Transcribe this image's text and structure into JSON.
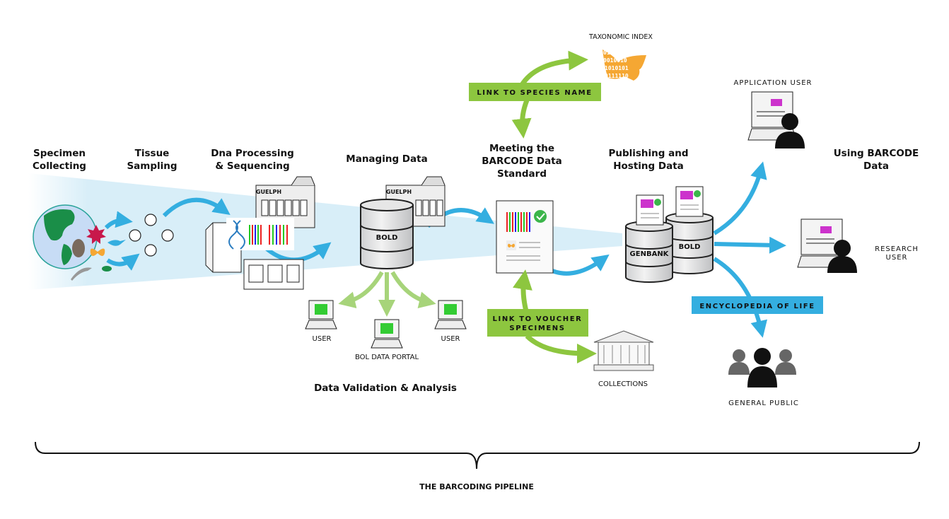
{
  "stages": {
    "specimen": [
      "Specimen",
      "Collecting"
    ],
    "tissue": [
      "Tissue",
      "Sampling"
    ],
    "dna": [
      "Dna Processing",
      "& Sequencing"
    ],
    "managing": "Managing Data",
    "meeting": [
      "Meeting the",
      "BARCODE Data",
      "Standard"
    ],
    "publishing": [
      "Publishing and",
      "Hosting Data"
    ],
    "using": [
      "Using BARCODE",
      "Data"
    ],
    "validation": "Data Validation & Analysis"
  },
  "labels": {
    "guelph": "GUELPH",
    "bold": "BOLD",
    "genbank": "GENBANK",
    "user": "USER",
    "bol_portal": "BOL DATA PORTAL",
    "taxonomic_index": "TAXONOMIC INDEX",
    "collections": "COLLECTIONS",
    "application_user": "APPLICATION USER",
    "research_user": [
      "RESEARCH",
      "USER"
    ],
    "general_public": "GENERAL PUBLIC",
    "binary": [
      "01",
      "0010010",
      "1010101",
      "0111110"
    ]
  },
  "boxes": {
    "species_name": "LINK TO SPECIES NAME",
    "voucher": [
      "LINK TO VOUCHER",
      "SPECIMENS"
    ],
    "eol": "ENCYCLOPEDIA OF LIFE"
  },
  "footer": "THE BARCODING PIPELINE",
  "colors": {
    "blue_arrow": "#34aee0",
    "green": "#8dc63f",
    "light_green": "#a7d47a",
    "wedge": "#d8eef8",
    "butterfly": "#f5a733"
  }
}
